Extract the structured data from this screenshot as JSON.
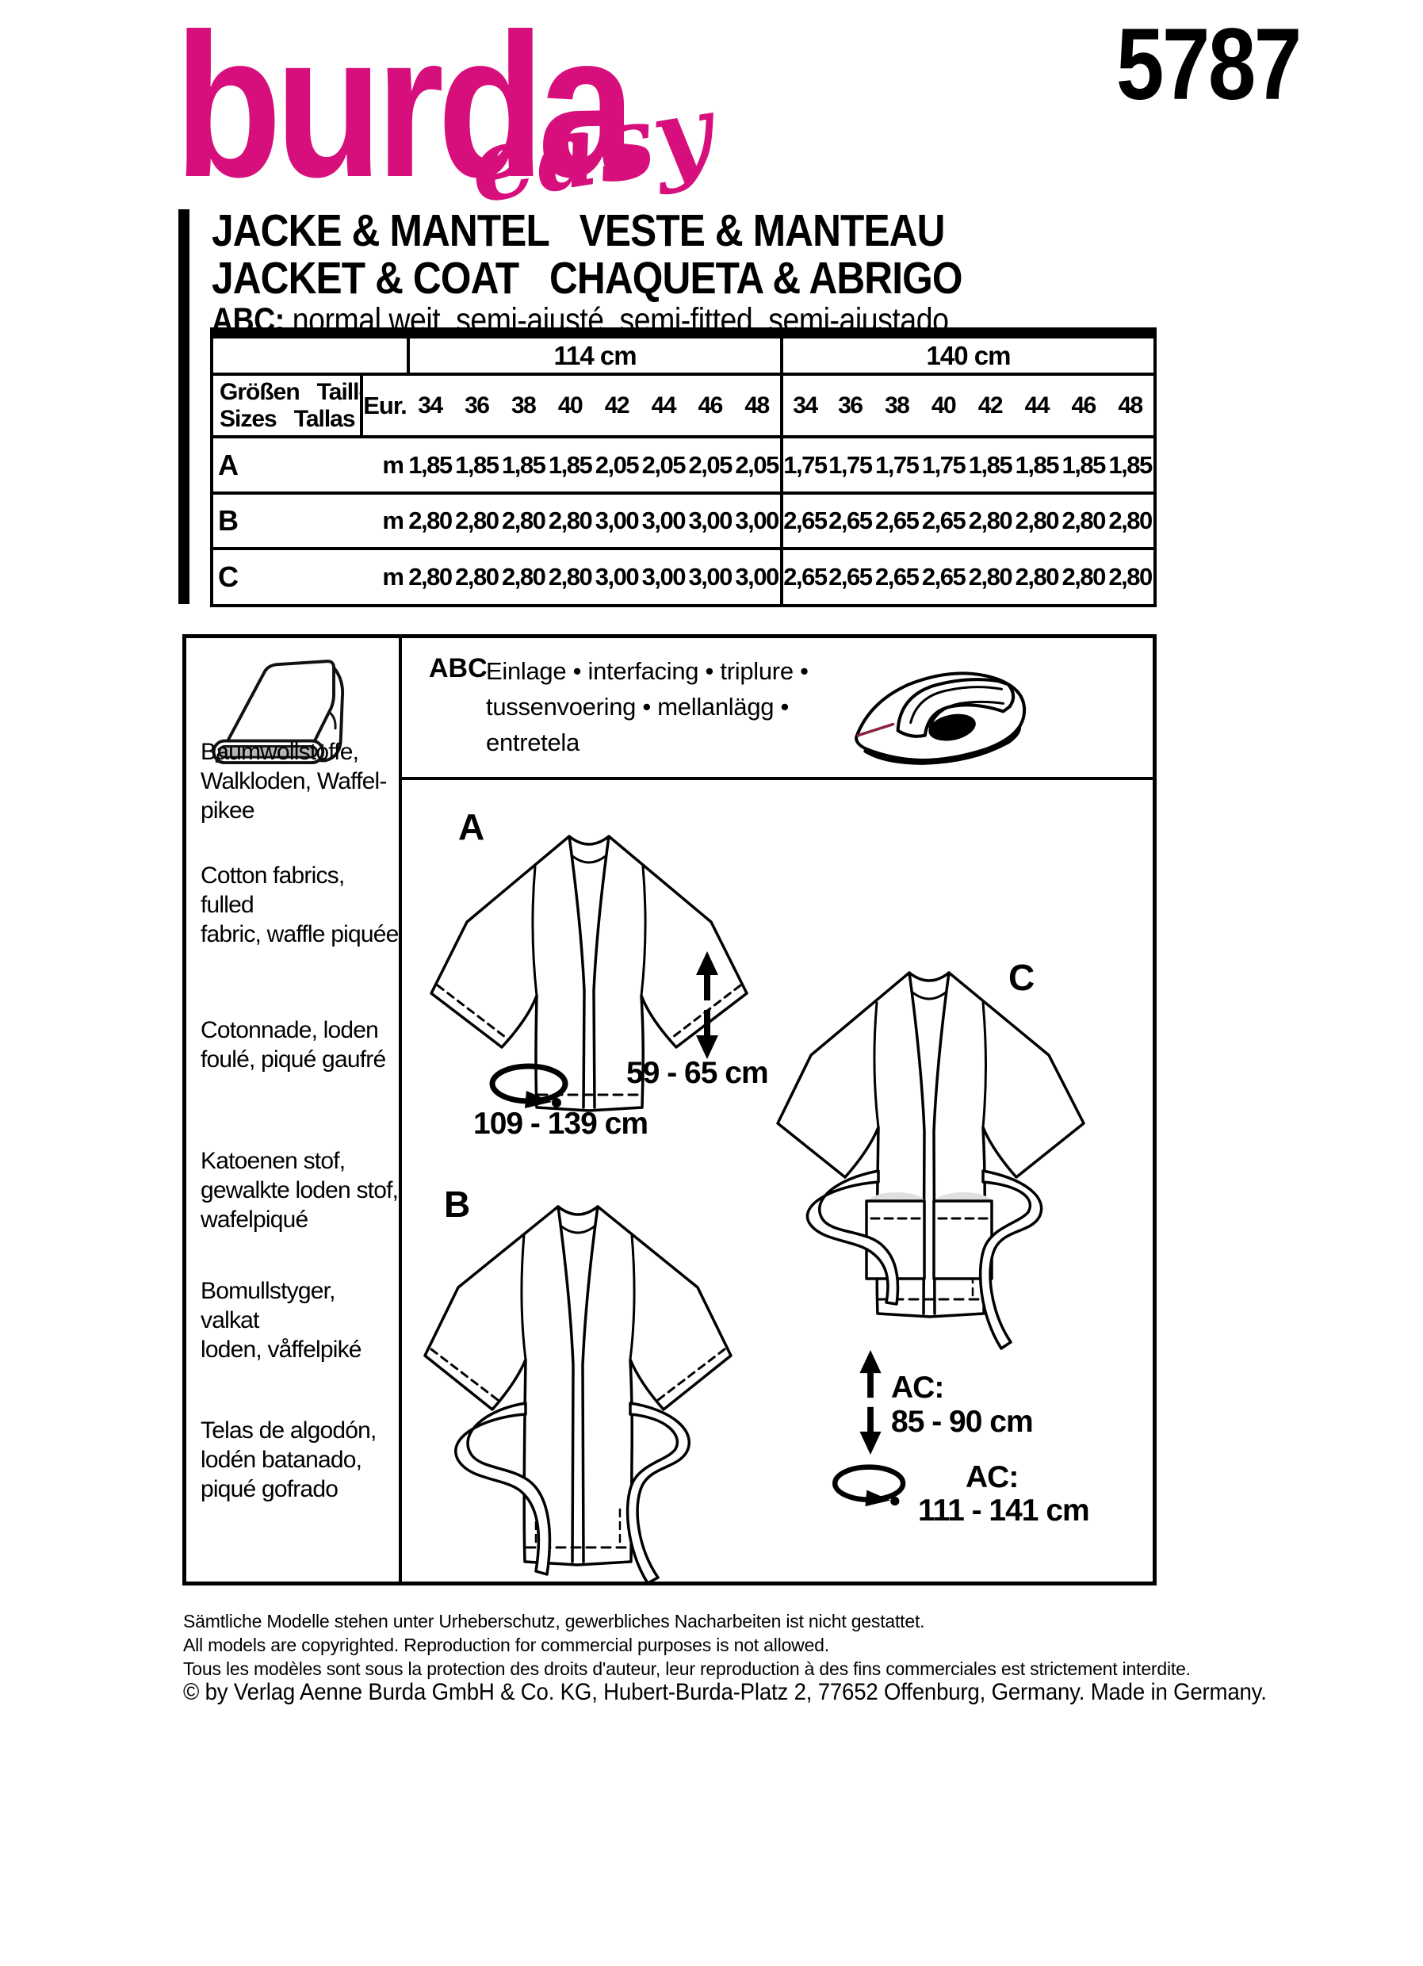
{
  "colors": {
    "brand_pink": "#d60f7c",
    "iron_accent": "#8c2240"
  },
  "header": {
    "brand": "burda",
    "brand_sub": "easy",
    "pattern_number": "5787",
    "title_line1": "JACKE & MANTEL   VESTE & MANTEAU",
    "title_line2": "JACKET & COAT   CHAQUETA & ABRIGO",
    "fit_label": "ABC:",
    "fit_text": " normal weit, semi-ajusté, semi-fitted, semi-ajustado"
  },
  "size_table": {
    "width1": "114 cm",
    "width2": "140 cm",
    "row_header": "Größen   Tailles\nSizes   Tallas",
    "eur_label": "Eur.",
    "unit": "m",
    "sizes": [
      "34",
      "36",
      "38",
      "40",
      "42",
      "44",
      "46",
      "48"
    ],
    "rows": [
      {
        "label": "A",
        "w114": [
          "1,85",
          "1,85",
          "1,85",
          "1,85",
          "2,05",
          "2,05",
          "2,05",
          "2,05"
        ],
        "w140": [
          "1,75",
          "1,75",
          "1,75",
          "1,75",
          "1,85",
          "1,85",
          "1,85",
          "1,85"
        ]
      },
      {
        "label": "B",
        "w114": [
          "2,80",
          "2,80",
          "2,80",
          "2,80",
          "3,00",
          "3,00",
          "3,00",
          "3,00"
        ],
        "w140": [
          "2,65",
          "2,65",
          "2,65",
          "2,65",
          "2,80",
          "2,80",
          "2,80",
          "2,80"
        ]
      },
      {
        "label": "C",
        "w114": [
          "2,80",
          "2,80",
          "2,80",
          "2,80",
          "3,00",
          "3,00",
          "3,00",
          "3,00"
        ],
        "w140": [
          "2,65",
          "2,65",
          "2,65",
          "2,65",
          "2,80",
          "2,80",
          "2,80",
          "2,80"
        ]
      }
    ]
  },
  "fabrics": [
    "Baumwollstoffe,\nWalkloden, Waffel-\npikee",
    "Cotton fabrics, fulled\nfabric, waffle piquée",
    "Cotonnade, loden\nfoulé, piqué gaufré",
    "Katoenen stof,\ngewalkte loden stof,\nwafelpiqué",
    "Bomullstyger, valkat\nloden, våffelpiké",
    "Telas de algodón,\nlodén batanado,\npiqué gofrado"
  ],
  "interfacing": {
    "label": "ABC",
    "text": "Einlage • interfacing • triplure •\ntussenvoering • mellanlägg •\nentretela"
  },
  "garments": {
    "a_label": "A",
    "b_label": "B",
    "c_label": "C",
    "a_length": "59 - 65 cm",
    "a_width": "109 - 139 cm",
    "ac_length_label": "AC:",
    "ac_length": "85 - 90 cm",
    "ac_width_label": "AC:",
    "ac_width": "111 - 141 cm"
  },
  "footer": {
    "line_de": "Sämtliche Modelle stehen unter Urheberschutz, gewerbliches Nacharbeiten ist nicht gestattet.",
    "line_en": "All models are copyrighted. Reproduction for commercial purposes is not allowed.",
    "line_fr": "Tous les modèles sont sous la protection des droits d'auteur, leur reproduction à des fins commerciales est strictement interdite.",
    "line_copyright": "© by Verlag Aenne Burda GmbH & Co. KG, Hubert-Burda-Platz 2, 77652 Offenburg, Germany. Made in Germany."
  }
}
